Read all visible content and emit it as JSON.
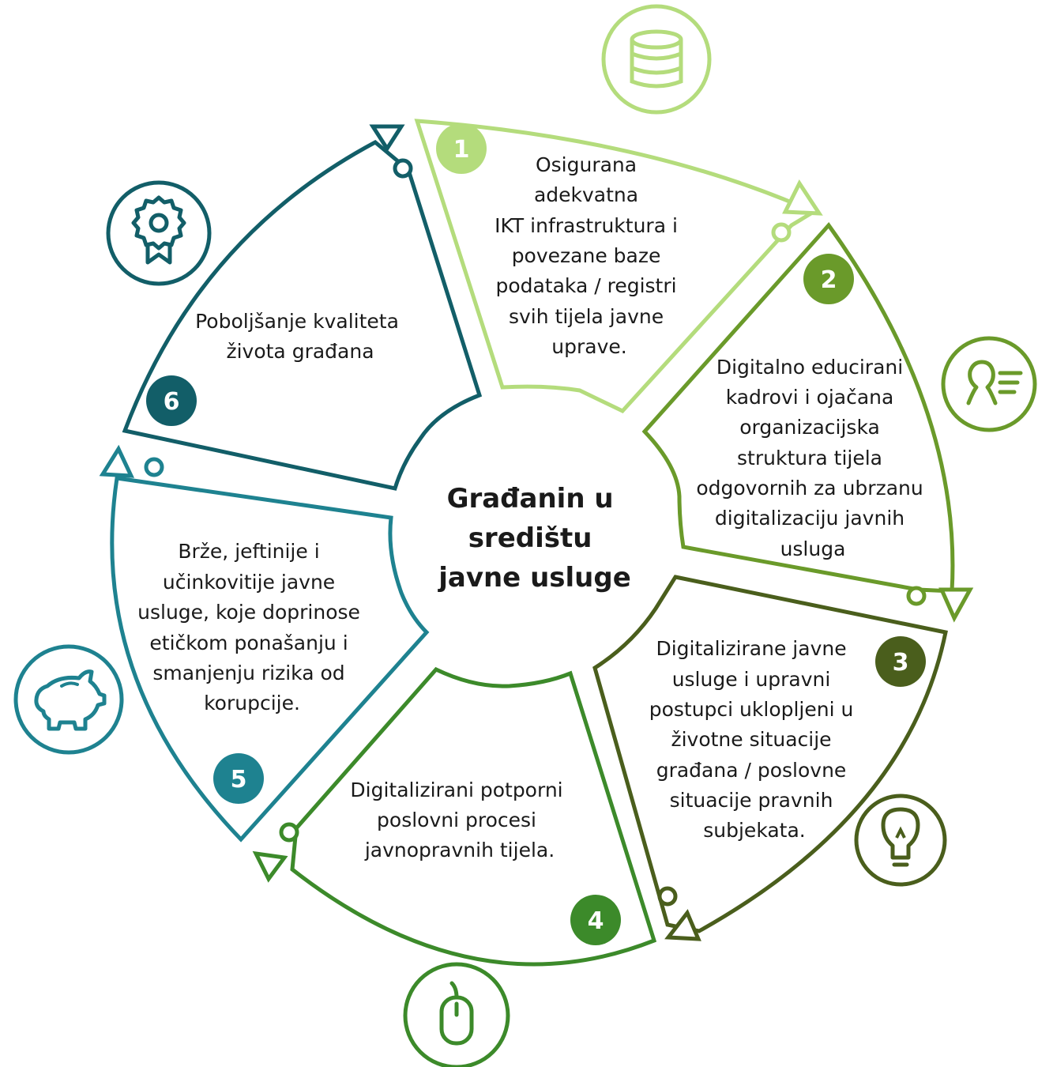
{
  "center": {
    "lines": [
      "Građanin u",
      "središtu",
      "javne usluge"
    ]
  },
  "segments": [
    {
      "number": "1",
      "color": "#b4dc7c",
      "lines": [
        "Osigurana",
        "adekvatna",
        "IKT infrastruktura i",
        "povezane baze",
        "podataka / registri",
        "svih tijela javne",
        "uprave."
      ],
      "icon": "database-icon"
    },
    {
      "number": "2",
      "color": "#6a9a2a",
      "lines": [
        "Digitalno educirani",
        "kadrovi i ojačana",
        "organizacijska",
        "struktura tijela",
        "odgovornih za ubrzanu",
        "digitalizaciju javnih",
        "usluga"
      ],
      "icon": "person-list-icon"
    },
    {
      "number": "3",
      "color": "#4a5e1c",
      "lines": [
        "Digitalizirane javne",
        "usluge i upravni",
        "postupci uklopljeni u",
        "životne situacije",
        "građana / poslovne",
        "situacije pravnih",
        "subjekata."
      ],
      "icon": "lightbulb-icon"
    },
    {
      "number": "4",
      "color": "#3c8a2a",
      "lines": [
        "Digitalizirani potporni",
        "poslovni procesi",
        "javnopravnih tijela."
      ],
      "icon": "mouse-icon"
    },
    {
      "number": "5",
      "color": "#1e8290",
      "lines": [
        "Brže, jeftinije i",
        "učinkovitije javne",
        "usluge, koje doprinose",
        "etičkom ponašanju i",
        "smanjenju rizika od",
        "korupcije."
      ],
      "icon": "piggy-bank-icon"
    },
    {
      "number": "6",
      "color": "#125e68",
      "lines": [
        "Poboljšanje kvaliteta",
        "života građana"
      ],
      "icon": "award-badge-icon"
    }
  ]
}
